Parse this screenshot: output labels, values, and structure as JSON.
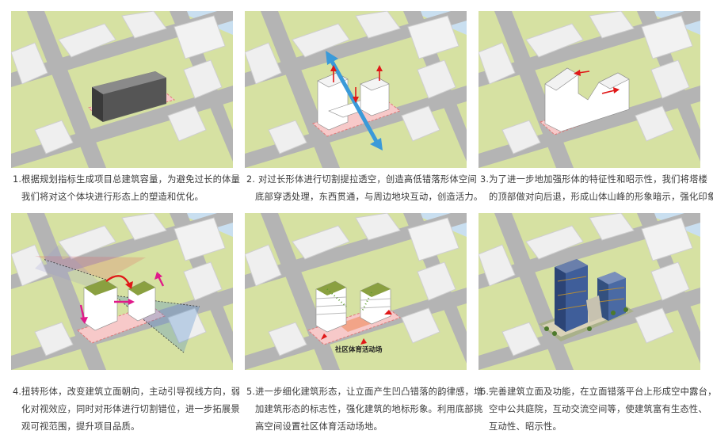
{
  "steps": [
    {
      "line1": "1.根据规划指标生成项目总建筑容量，为避免过长的体量",
      "line2": "我们将对这个体块进行形态上的塑造和优化。",
      "line3": ""
    },
    {
      "line1": "2. 对过长形体进行切割提拉透空，创造高低错落形体空间",
      "line2": "底部穿透处理，东西贯通，与周边地块互动，创造活力。",
      "line3": ""
    },
    {
      "line1": "3.为了进一步地加强形体的特征性和昭示性，我们将塔楼",
      "line2": "的顶部做对向后退，形成山体山峰的形象暗示，强化印象。",
      "line3": ""
    },
    {
      "line1": "4.扭转形体，改变建筑立面朝向，主动引导视线方向，弱",
      "line2": "化对视效应，同时对形体进行切割错位，进一步拓展景",
      "line3": "观可视范围，提升项目品质。"
    },
    {
      "line1": "5.进一步细化建筑形态，让立面产生凹凸错落的韵律感，增",
      "line2": "加建筑形态的标志性，强化建筑的地标形象。利用底部挑",
      "line3": "高空间设置社区体育活动场地。"
    },
    {
      "line1": "6.完善建筑立面及功能，在立面错落平台上形成空中露台，",
      "line2": "空中公共庭院，互动交流空间等，使建筑富有生态性、",
      "line3": "互动性、昭示性。"
    }
  ],
  "labels": {
    "sports_field": "社区体育活动场"
  },
  "colors": {
    "grass": "#d6e1a2",
    "road": "#b4b4b4",
    "water": "#c9dff0",
    "context_building": "#efefef",
    "mass_dark": "#5a5a5a",
    "mass_white": "#ffffff",
    "site_pink": "#f7c9c9",
    "arrow_red": "#e01818",
    "arrow_blue": "#3a9ad9",
    "arrow_magenta": "#e0198a",
    "green_roof": "#9ab04a",
    "glass_tower": "#3f5e9a"
  }
}
